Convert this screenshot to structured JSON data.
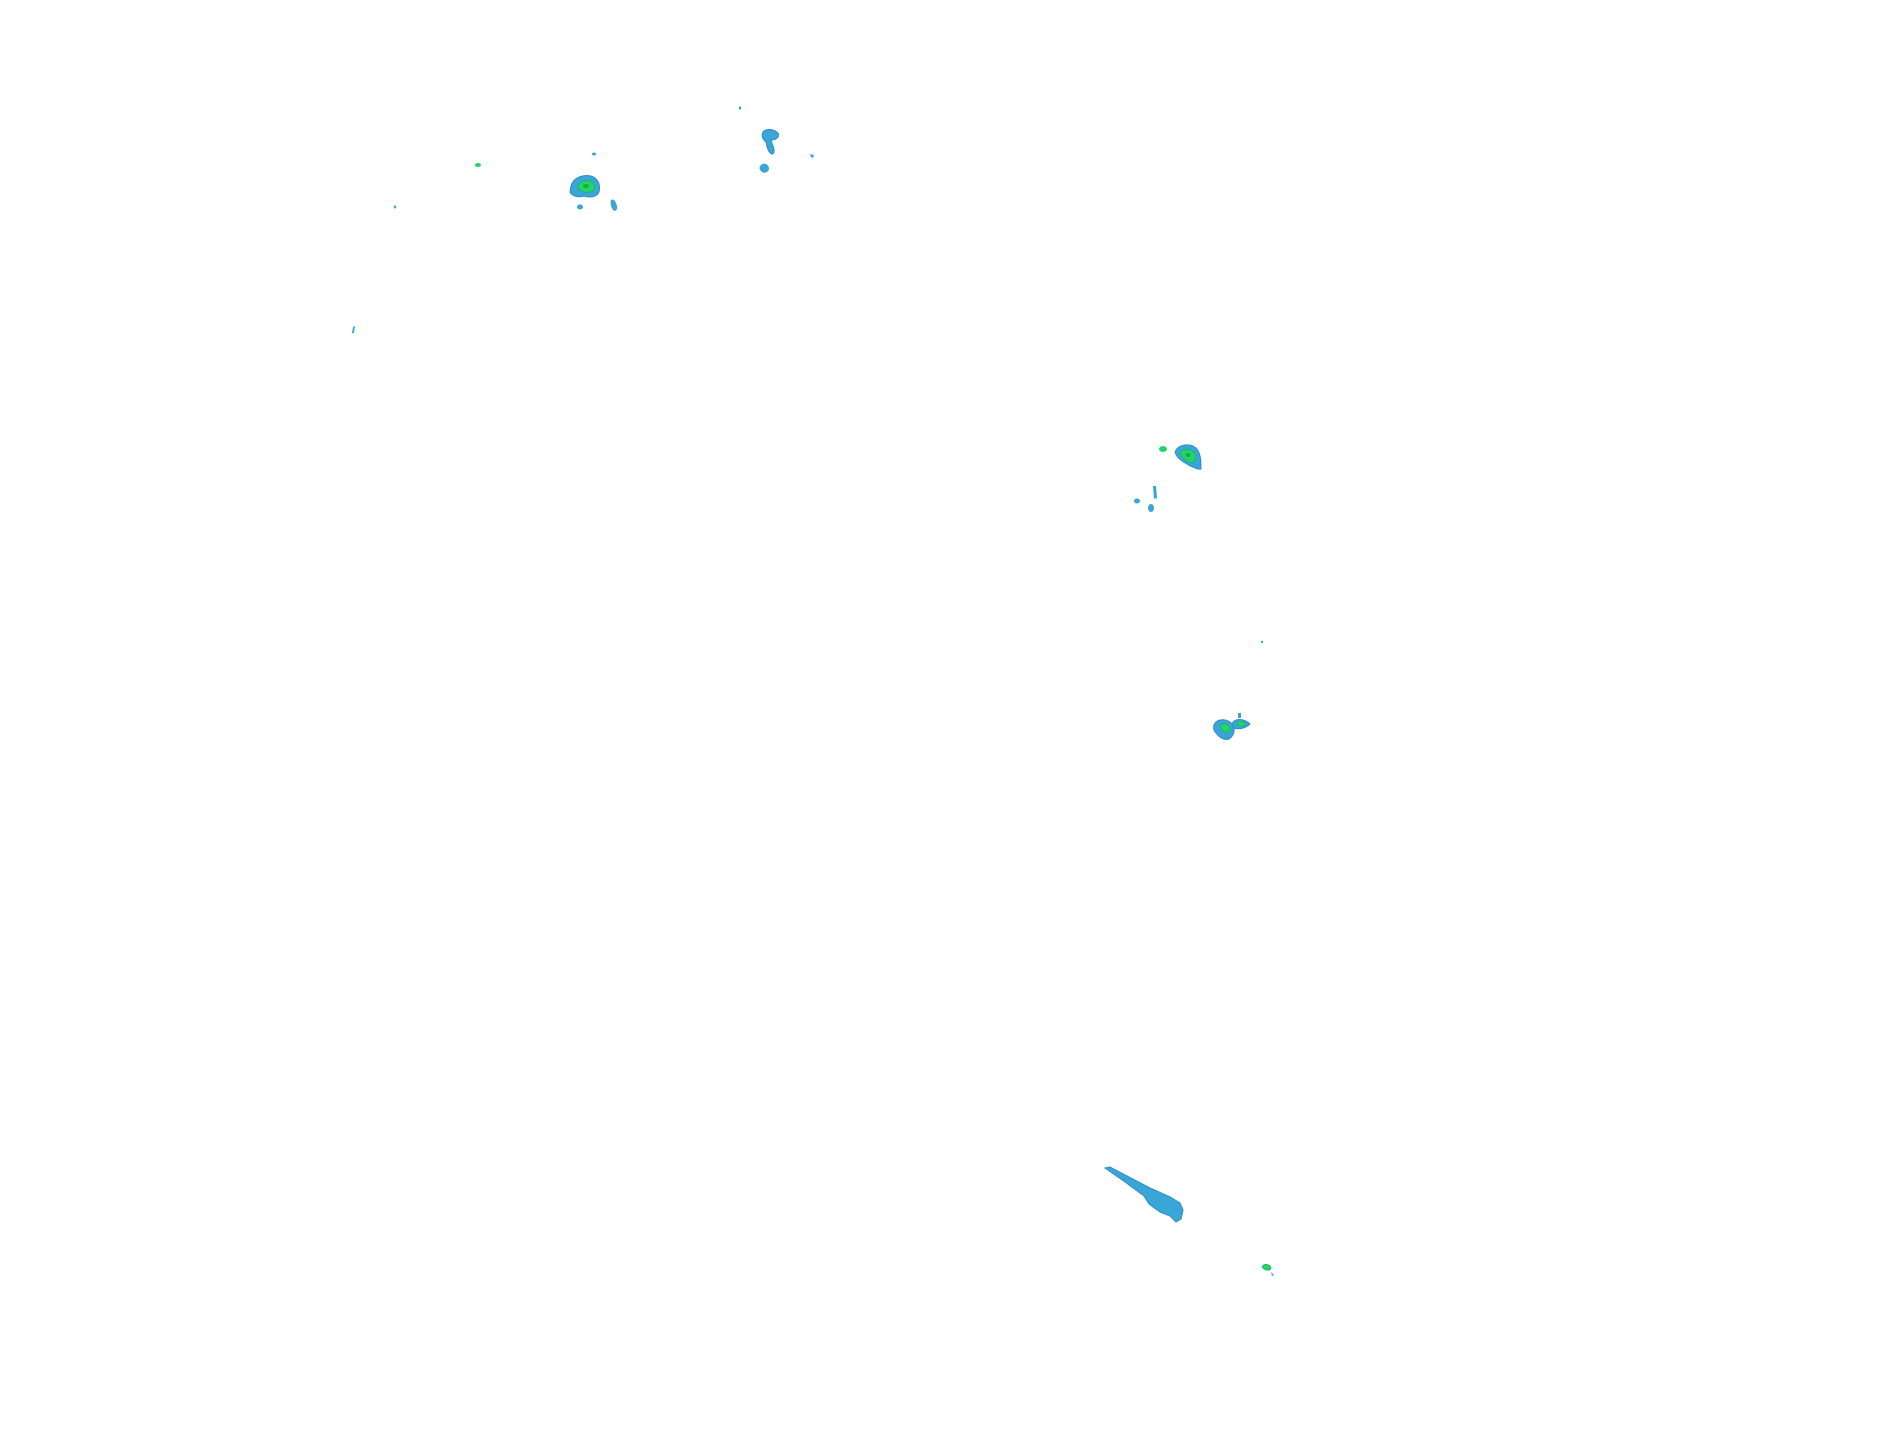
{
  "map": {
    "layer": "radar-reflectivity-overlay",
    "background_color": "#ffffff",
    "colors": {
      "light_echo": "#3aa6d8",
      "moderate_echo": "#22d46a",
      "core_echo": "#1fa83c"
    },
    "echo_cells": [
      {
        "id": "cell-1",
        "intensity": "moderate"
      },
      {
        "id": "cell-2",
        "intensity": "light"
      },
      {
        "id": "cell-3",
        "intensity": "moderate"
      },
      {
        "id": "cell-4",
        "intensity": "moderate"
      },
      {
        "id": "cell-5",
        "intensity": "light"
      },
      {
        "id": "cell-6",
        "intensity": "moderate"
      }
    ]
  }
}
